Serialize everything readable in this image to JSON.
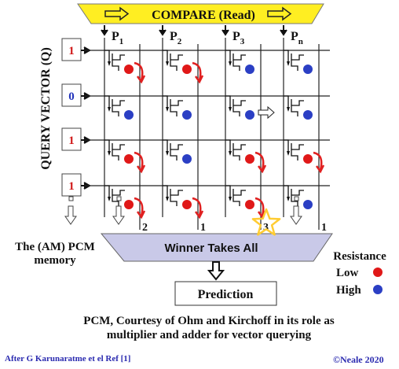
{
  "compare_banner": "COMPARE (Read)",
  "query_vector_label": "QUERY VECTOR (Q)",
  "columns": [
    {
      "label": "P",
      "sub": "1"
    },
    {
      "label": "P",
      "sub": "2"
    },
    {
      "label": "P",
      "sub": "3"
    },
    {
      "label": "P",
      "sub": "n"
    }
  ],
  "query_values": [
    "1",
    "0",
    "1",
    "1"
  ],
  "cells": [
    [
      "low",
      "low",
      "high",
      "high"
    ],
    [
      "high",
      "high",
      "high",
      "high"
    ],
    [
      "low",
      "high",
      "low",
      "low"
    ],
    [
      "low",
      "low",
      "low",
      "high"
    ]
  ],
  "column_outputs": [
    "2",
    "1",
    "3",
    "1"
  ],
  "winner_label": "Winner Takes All",
  "prediction_label": "Prediction",
  "am_pcm_label": [
    "The (AM) PCM",
    "memory"
  ],
  "resistance": {
    "title": "Resistance",
    "low_label": "Low",
    "high_label": "High",
    "low_color": "#e01818",
    "high_color": "#2b3fc4"
  },
  "caption": [
    "PCM, Courtesy of Ohm and Kirchoff in its role as",
    "multiplier and adder for vector querying"
  ],
  "after_text": "After  G Karunaratme et el Ref [1]",
  "copyright": "©Neale 2020",
  "colors": {
    "banner_fill": "#ffee22",
    "winner_fill": "#c9c9e8",
    "current_arrow": "#e02020",
    "query_one": "#d01818",
    "query_zero": "#2233bb",
    "star": "#ffcc33"
  }
}
